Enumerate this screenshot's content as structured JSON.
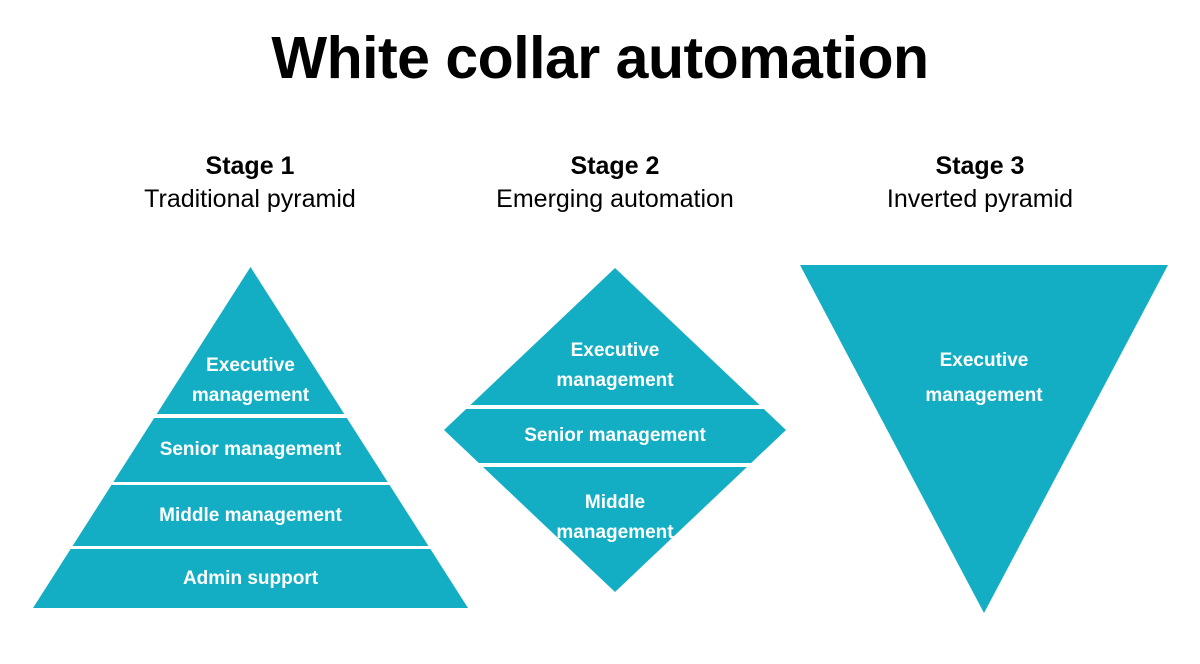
{
  "title": "White collar automation",
  "theme": {
    "accent": "#13AEC3",
    "background": "#ffffff",
    "title_color": "#000000",
    "label_color": "#ffffff"
  },
  "stages": [
    {
      "name": "Stage 1",
      "subtitle": "Traditional pyramid",
      "shape": "pyramid",
      "tiers": [
        {
          "label": "Executive\nmanagement"
        },
        {
          "label": "Senior management"
        },
        {
          "label": "Middle management"
        },
        {
          "label": "Admin support"
        }
      ]
    },
    {
      "name": "Stage 2",
      "subtitle": "Emerging automation",
      "shape": "diamond",
      "tiers": [
        {
          "label": "Executive\nmanagement"
        },
        {
          "label": "Senior management"
        },
        {
          "label": "Middle\nmanagement"
        }
      ]
    },
    {
      "name": "Stage 3",
      "subtitle": "Inverted pyramid",
      "shape": "inverted-pyramid",
      "tiers": [
        {
          "label": "Executive\nmanagement"
        }
      ]
    }
  ]
}
